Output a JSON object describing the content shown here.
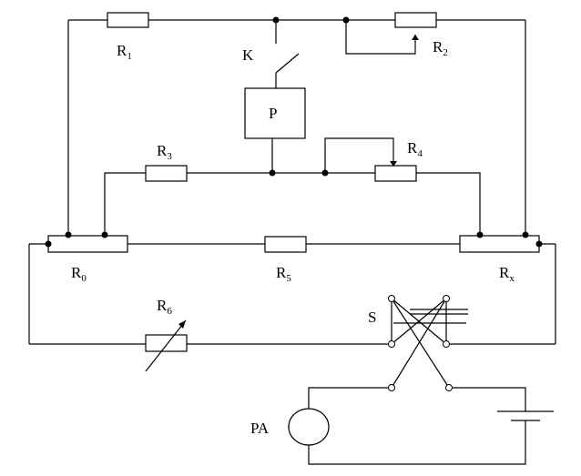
{
  "labels": {
    "r1": {
      "main": "R",
      "sub": "1"
    },
    "r2": {
      "main": "R",
      "sub": "2"
    },
    "r3": {
      "main": "R",
      "sub": "3"
    },
    "r4": {
      "main": "R",
      "sub": "4"
    },
    "r5": {
      "main": "R",
      "sub": "5"
    },
    "r6": {
      "main": "R",
      "sub": "6"
    },
    "r0": {
      "main": "R",
      "sub": "0"
    },
    "rx": {
      "main": "R",
      "sub": "x"
    },
    "k": "K",
    "p": "P",
    "s": "S",
    "pa": "PA"
  }
}
